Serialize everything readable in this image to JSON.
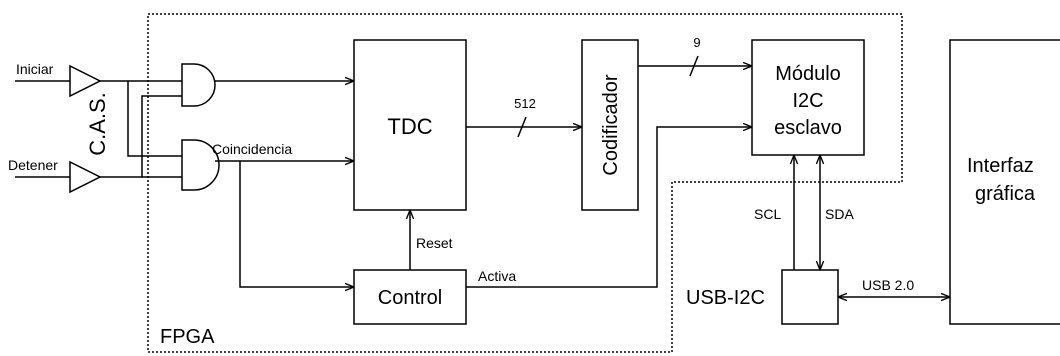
{
  "labels": {
    "iniciar": "Iniciar",
    "detener": "Detener",
    "cas": "C.A.S.",
    "coincidencia": "Coincidencia",
    "tdc": "TDC",
    "bus_512": "512",
    "codificador": "Codificador",
    "bus_9": "9",
    "modulo_line1": "Módulo",
    "modulo_line2": "I2C",
    "modulo_line3": "esclavo",
    "reset": "Reset",
    "control": "Control",
    "activa": "Activa",
    "fpga": "FPGA",
    "scl": "SCL",
    "sda": "SDA",
    "usb_i2c": "USB-I2C",
    "usb20": "USB 2.0",
    "interfaz_line1": "Interfaz",
    "interfaz_line2": "gráfica"
  }
}
